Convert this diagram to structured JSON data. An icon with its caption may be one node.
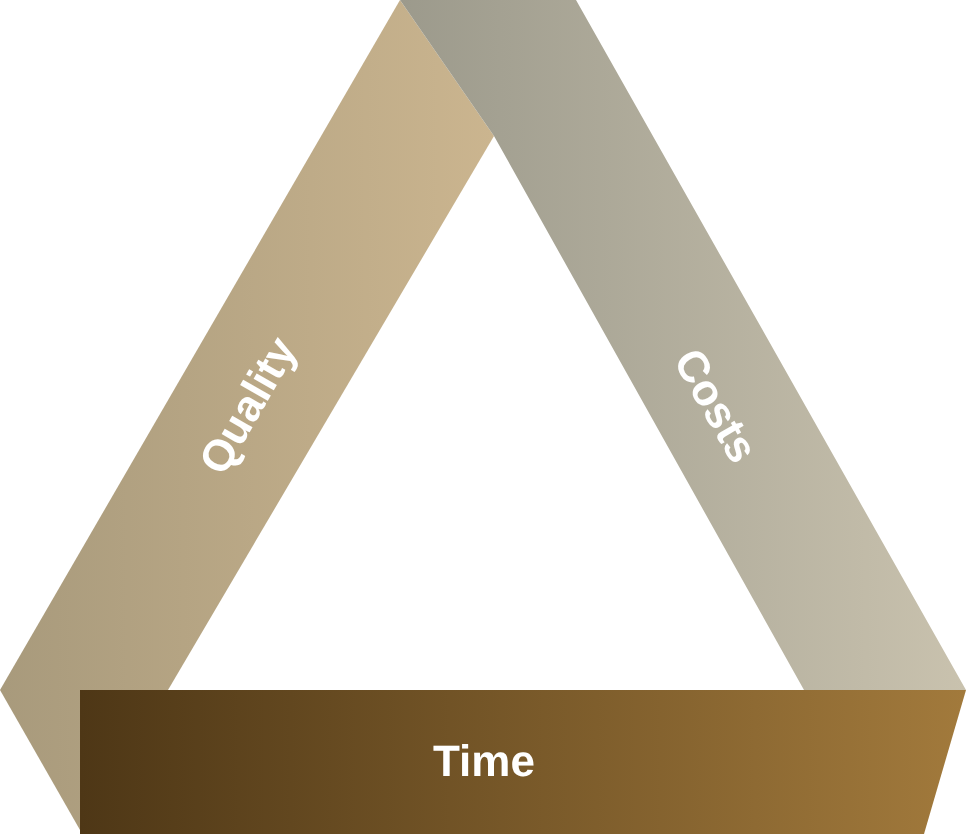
{
  "diagram": {
    "nodes": [
      {
        "text": [
          "Quality"
        ]
      },
      {
        "text": [
          "Costs"
        ]
      },
      {
        "text": [
          "Time"
        ]
      }
    ]
  }
}
